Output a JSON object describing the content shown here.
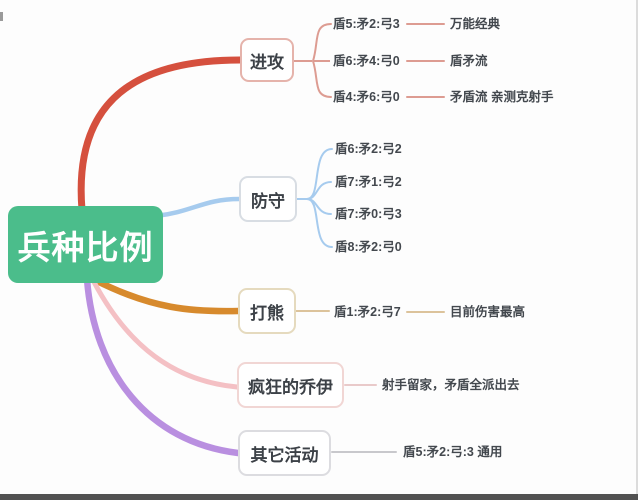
{
  "root": {
    "label": "兵种比例"
  },
  "branches": [
    {
      "id": "attack",
      "label": "进攻",
      "children": [
        {
          "ratio": "盾5:矛2:弓3",
          "note": "万能经典"
        },
        {
          "ratio": "盾6:矛4:弓0",
          "note": "盾矛流"
        },
        {
          "ratio": "盾4:矛6:弓0",
          "note": "矛盾流 亲测克射手"
        }
      ]
    },
    {
      "id": "defense",
      "label": "防守",
      "children": [
        {
          "ratio": "盾6:矛2:弓2"
        },
        {
          "ratio": "盾7:矛1:弓2"
        },
        {
          "ratio": "盾7:矛0:弓3"
        },
        {
          "ratio": "盾8:矛2:弓0"
        }
      ]
    },
    {
      "id": "bear",
      "label": "打熊",
      "children": [
        {
          "ratio": "盾1:矛2:弓7",
          "note": "目前伤害最高"
        }
      ]
    },
    {
      "id": "joey",
      "label": "疯狂的乔伊",
      "children": [
        {
          "ratio": "射手留家，矛盾全派出去"
        }
      ]
    },
    {
      "id": "other",
      "label": "其它活动",
      "children": [
        {
          "ratio": "盾5:矛2:弓:3 通用"
        }
      ]
    }
  ],
  "palette": {
    "root_bg": "#4bbd8b",
    "attack_branch": "#d5503e",
    "attack_light": "#dd9c92",
    "defense_branch": "#a6cbee",
    "bear_branch": "#d78a2d",
    "bear_light": "#dcc39b",
    "joey_branch": "#f4c0c4",
    "joey_light": "#e9caca",
    "other_branch": "#b98fe0",
    "other_light": "#c8c8cc",
    "attack_border": "#e5b3ab",
    "defense_border": "#d8dde3",
    "bear_border": "#e5dabe",
    "joey_border": "#f1d6d4",
    "other_border": "#dcdce0",
    "node_text": "#3c4147",
    "child_text": "#43484e"
  }
}
